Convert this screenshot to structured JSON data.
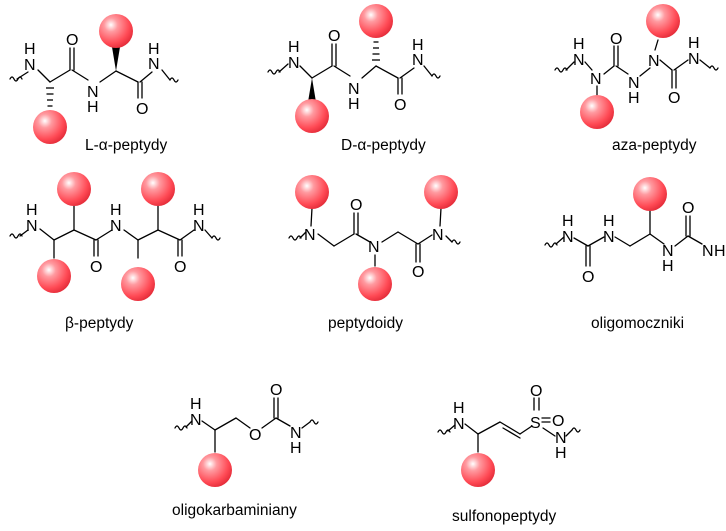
{
  "atoms": {
    "N": "N",
    "H": "H",
    "O": "O",
    "S": "S"
  },
  "colors": {
    "substituent_fill": "#ff4a55",
    "substituent_highlight": "#ffffff",
    "bond": "#000000"
  },
  "captions": {
    "l_alpha": "L-α-peptydy",
    "d_alpha": "D-α-peptydy",
    "aza": "aza-peptydy",
    "beta": "β-peptydy",
    "peptoids": "peptydoidy",
    "ureas": "oligomoczniki",
    "carbamates": "oligokarbaminiany",
    "sulfono": "sulfonopeptydy"
  }
}
